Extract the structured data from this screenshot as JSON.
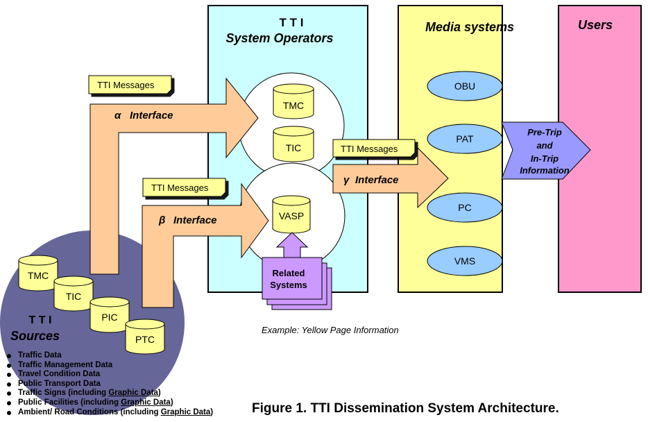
{
  "columns": {
    "operators_title_1": "T T I",
    "operators_title_2": "System Operators",
    "media_title": "Media systems",
    "users_title": "Users"
  },
  "operators": {
    "tmc": "TMC",
    "tic": "TIC",
    "vasp": "VASP"
  },
  "media": {
    "obu": "OBU",
    "pat": "PAT",
    "pc": "PC",
    "vms": "VMS"
  },
  "pretrip": {
    "line1": "Pre-Trip",
    "line2": "and",
    "line3": "In-Trip",
    "line4": "Information"
  },
  "interfaces": {
    "alpha_symbol": "α",
    "alpha_label": "Interface",
    "beta_symbol": "β",
    "beta_label": "Interface",
    "gamma_symbol": "γ",
    "gamma_label": "Interface"
  },
  "notes": {
    "tti_messages": "TTI Messages"
  },
  "related": {
    "line1": "Related",
    "line2": "Systems"
  },
  "example": "Example: Yellow Page Information",
  "sources": {
    "title_1": "T T I",
    "title_2": "Sources",
    "tmc": "TMC",
    "tic": "TIC",
    "pic": "PIC",
    "ptc": "PTC"
  },
  "data_list": [
    {
      "text": "Traffic Data",
      "suffix": "",
      "underlined": ""
    },
    {
      "text": "Traffic Management Data",
      "suffix": "",
      "underlined": ""
    },
    {
      "text": "Travel Condition Data",
      "suffix": "",
      "underlined": ""
    },
    {
      "text": "Public Transport Data",
      "suffix": "",
      "underlined": ""
    },
    {
      "text": "Traffic Signs (including ",
      "underlined": "Graphic Data",
      "suffix": ")"
    },
    {
      "text": "Public Facilities (including ",
      "underlined": "Graphic Data",
      "suffix": ")"
    },
    {
      "text": "Ambient/ Road Conditions (including ",
      "underlined": "Graphic Data",
      "suffix": ")"
    }
  ],
  "caption": "Figure 1. TTI Dissemination System Architecture.",
  "colors": {
    "cyan": "#ccffff",
    "yellow": "#ffff99",
    "pink": "#ff99cc",
    "orange": "#ffcc99",
    "ellipse_blue": "#99ccff",
    "purple_arrow": "#9999ff",
    "lavender": "#cc99ff",
    "sources_circle": "#666699",
    "can": "#ffff99"
  }
}
